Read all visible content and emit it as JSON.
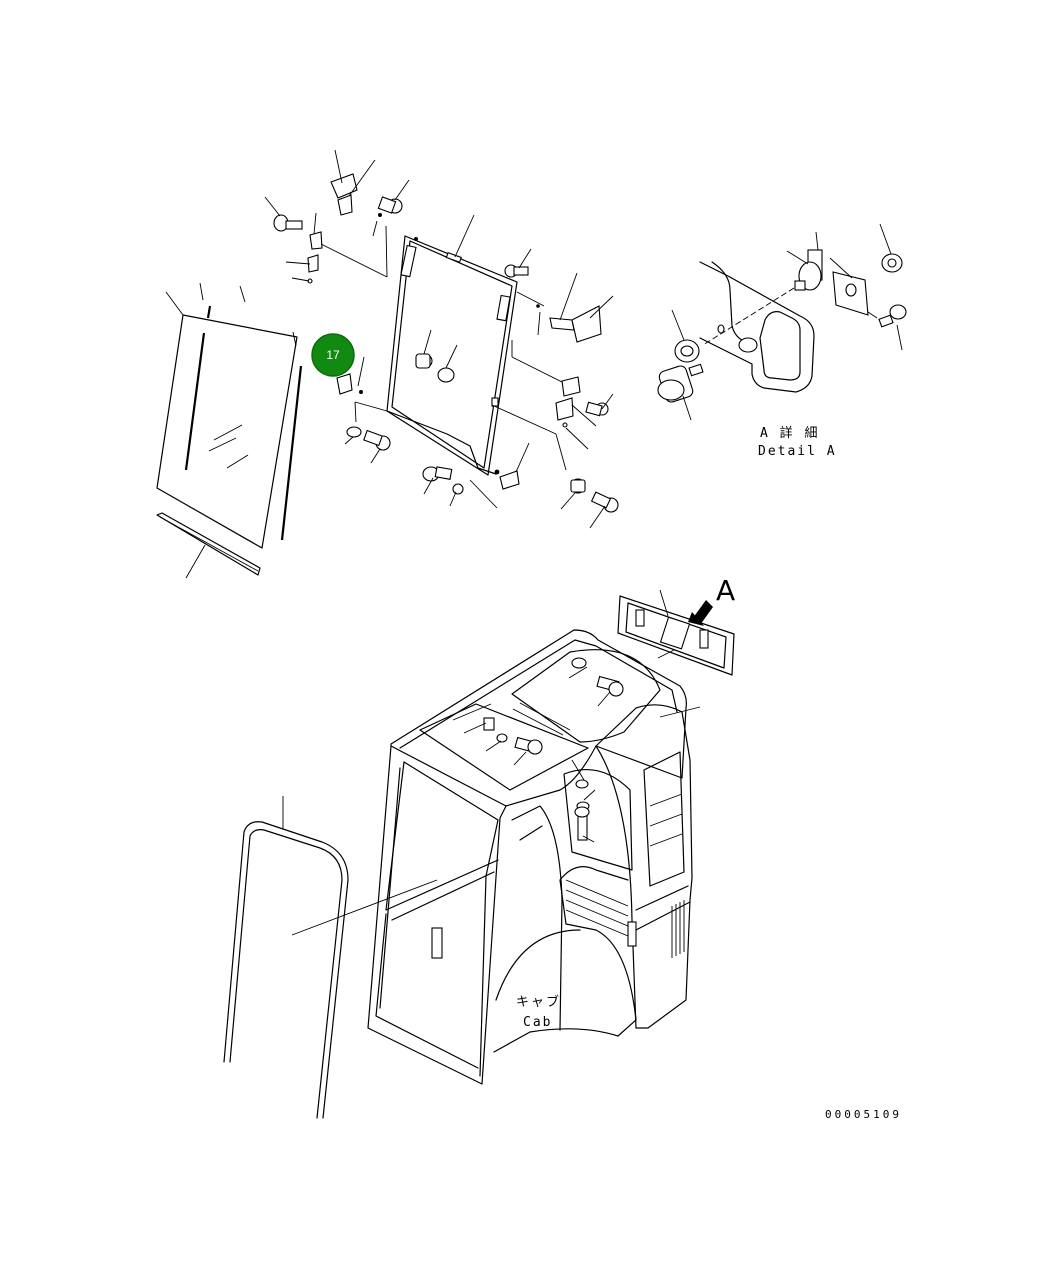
{
  "view_label": "A",
  "detail": {
    "title_jp": "A 詳 細",
    "title_en": "Detail A"
  },
  "cab_label": {
    "jp": "キャブ",
    "en": "Cab"
  },
  "drawing_number": "00005109",
  "callout": {
    "number": "17",
    "color": "#128a12"
  }
}
